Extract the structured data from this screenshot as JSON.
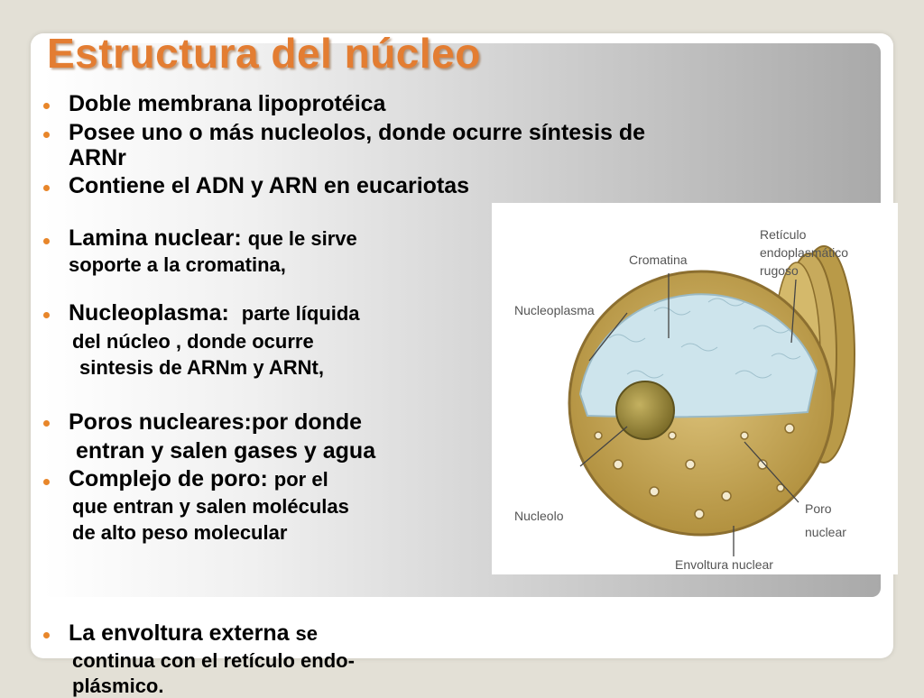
{
  "title": "Estructura del núcleo",
  "bullets": {
    "b1": "Doble membrana lipoprotéica",
    "b2_l1": "Posee uno o más nucleolos, donde ocurre síntesis de",
    "b2_l2": "ARNr",
    "b3": "Contiene el ADN y ARN en eucariotas",
    "b4_head": "Lamina nuclear:",
    "b4_rest": "que le sirve",
    "b4_l2": "soporte a la cromatina,",
    "b5_head": "Nucleoplasma:",
    "b5_rest": "parte líquida",
    "b5_l2": "del núcleo , donde ocurre",
    "b5_l3": "sintesis de ARNm y ARNt,",
    "b6_l1": "Poros nucleares:por donde",
    "b6_l2": "entran  y salen gases y agua",
    "b7_head": "Complejo de poro:",
    "b7_rest": "por el",
    "b7_l2": "que entran y salen moléculas",
    "b7_l3": "de alto peso molecular",
    "b8_head": "La envoltura externa",
    "b8_rest": "se",
    "b8_l2": "continua con el retículo endo-",
    "b8_l3": "plásmico."
  },
  "diagram": {
    "lab_reticulo_1": "Retículo",
    "lab_reticulo_2": "endoplasmático",
    "lab_reticulo_3": "rugoso",
    "lab_cromatina": "Cromatina",
    "lab_nucleoplasma": "Nucleoplasma",
    "lab_nucleolo": "Nucleolo",
    "lab_poro_1": "Poro",
    "lab_poro_2": "nuclear",
    "lab_envoltura": "Envoltura nuclear"
  },
  "colors": {
    "title": "#e37d32",
    "bullet": "#e8862a",
    "nucleoplasm": "#cde4ec",
    "envelope": "#c9ac57",
    "nucleolus": "#9c8a3a"
  }
}
